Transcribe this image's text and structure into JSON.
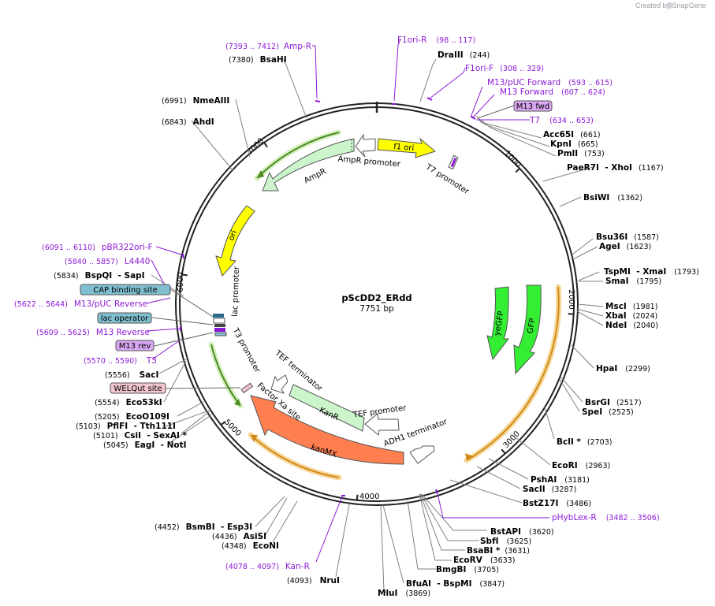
{
  "credit": "Created by SnapGene",
  "plasmid": {
    "name": "pScDD2_ERdd",
    "length_label": "7751 bp",
    "length": 7751
  },
  "ticks": [
    "1000",
    "2000",
    "3000",
    "4000",
    "5000",
    "6000",
    "7000"
  ],
  "enzymes": [
    {
      "name": "DraIII",
      "num": "(244)"
    },
    {
      "name": "Acc65I",
      "num": "(661)"
    },
    {
      "name": "KpnI",
      "num": "(665)"
    },
    {
      "name": "PmlI",
      "num": "(753)"
    },
    {
      "name": "PaeR7I  - XhoI",
      "num": "(1167)"
    },
    {
      "name": "BsiWI",
      "num": "(1362)"
    },
    {
      "name": "Bsu36I",
      "num": "(1587)"
    },
    {
      "name": "AgeI",
      "num": "(1623)"
    },
    {
      "name": "TspMI  - XmaI",
      "num": "(1793)"
    },
    {
      "name": "SmaI",
      "num": "(1795)"
    },
    {
      "name": "MscI",
      "num": "(1981)"
    },
    {
      "name": "XbaI",
      "num": "(2024)"
    },
    {
      "name": "NdeI",
      "num": "(2040)"
    },
    {
      "name": "HpaI",
      "num": "(2299)"
    },
    {
      "name": "BsrGI",
      "num": "(2517)"
    },
    {
      "name": "SpeI",
      "num": "(2525)"
    },
    {
      "name": "BclI *",
      "num": "(2703)"
    },
    {
      "name": "EcoRI",
      "num": "(2963)"
    },
    {
      "name": "PshAI",
      "num": "(3181)"
    },
    {
      "name": "SacII",
      "num": "(3287)"
    },
    {
      "name": "BstZ17I",
      "num": "(3486)"
    },
    {
      "name": "BstAPI",
      "num": "(3620)"
    },
    {
      "name": "SbfI",
      "num": "(3625)"
    },
    {
      "name": "BsaBI *",
      "num": "(3631)"
    },
    {
      "name": "EcoRV",
      "num": "(3633)"
    },
    {
      "name": "BmgBI",
      "num": "(3705)"
    },
    {
      "name": "BfuAI  - BspMI",
      "num": "(3847)"
    },
    {
      "name": "MluI",
      "num": "(3869)"
    },
    {
      "name": "NruI",
      "num": "(4093)"
    },
    {
      "name": "EcoNI",
      "num": "(4348)"
    },
    {
      "name": "AsiSI",
      "num": "(4436)"
    },
    {
      "name": "BsmBI  - Esp3I",
      "num": "(4452)"
    },
    {
      "name": "EagI  - NotI",
      "num": "(5045)"
    },
    {
      "name": "CsiI  - SexAI *",
      "num": "(5101)"
    },
    {
      "name": "PflFI  - Tth111I",
      "num": "(5103)"
    },
    {
      "name": "EcoO109I",
      "num": "(5205)"
    },
    {
      "name": "Eco53kI",
      "num": "(5554)"
    },
    {
      "name": "SacI",
      "num": "(5556)"
    },
    {
      "name": "BspQI  - SapI",
      "num": "(5834)"
    },
    {
      "name": "AhdI",
      "num": "(6843)"
    },
    {
      "name": "NmeAIII",
      "num": "(6991)"
    },
    {
      "name": "BsaHI",
      "num": "(7380)"
    }
  ],
  "primers": [
    {
      "name": "Amp-R",
      "num": "(7393 .. 7412)"
    },
    {
      "name": "F1ori-R",
      "num": "(98 .. 117)"
    },
    {
      "name": "F1ori-F",
      "num": "(308 .. 329)"
    },
    {
      "name": "M13/pUC Forward",
      "num": "(593 .. 615)"
    },
    {
      "name": "M13 Forward",
      "num": "(607 .. 624)"
    },
    {
      "name": "T7",
      "num": "(634 .. 653)"
    },
    {
      "name": "pHybLex-R",
      "num": "(3482 .. 3506)"
    },
    {
      "name": "Kan-R",
      "num": "(4078 .. 4097)"
    },
    {
      "name": "pBR322ori-F",
      "num": "(6091 .. 6110)"
    },
    {
      "name": "L4440",
      "num": "(5840 .. 5857)"
    },
    {
      "name": "M13/pUC Reverse",
      "num": "(5622 .. 5644)"
    },
    {
      "name": "M13 Reverse",
      "num": "(5609 .. 5625)"
    },
    {
      "name": "T3",
      "num": "(5570 .. 5590)"
    }
  ],
  "boxed_labels": [
    {
      "name": "M13 fwd",
      "kind": "primer-bind",
      "color": "#d9a6f2"
    },
    {
      "name": "CAP binding site",
      "kind": "protein-bind",
      "color": "#7fbfcf"
    },
    {
      "name": "lac operator",
      "kind": "protein-bind",
      "color": "#7fbfcf"
    },
    {
      "name": "M13 rev",
      "kind": "primer-bind",
      "color": "#d9a6f2"
    },
    {
      "name": "WELQut site",
      "kind": "misc",
      "color": "#f2c4cf"
    }
  ],
  "features": [
    {
      "name": "f1 ori",
      "color": "#ffff00"
    },
    {
      "name": "AmpR promoter",
      "color": "#ffffff"
    },
    {
      "name": "AmpR",
      "color": "#ccf5cc"
    },
    {
      "name": "T7 promoter",
      "color": "#ffffff"
    },
    {
      "name": "ori",
      "color": "#ffff00"
    },
    {
      "name": "lac promoter",
      "color": "#ffffff"
    },
    {
      "name": "T3 promoter",
      "color": "#ffffff"
    },
    {
      "name": "yeGFP",
      "color": "#33ee33"
    },
    {
      "name": "GFP",
      "color": "#33ee33"
    },
    {
      "name": "TEF terminator",
      "color": "#ffffff"
    },
    {
      "name": "Factor Xa site",
      "color": "#ffffff"
    },
    {
      "name": "KanR",
      "color": "#ccf5cc"
    },
    {
      "name": "TEF promoter",
      "color": "#ffffff"
    },
    {
      "name": "ADH1 terminator",
      "color": "#ffffff"
    },
    {
      "name": "kanMX",
      "color": "#ff7f50"
    }
  ],
  "colors": {
    "primer": "#8b1ad6",
    "enzyme_line": "#808080",
    "backbone": "#222222",
    "orf_track": "#e8a33a"
  }
}
